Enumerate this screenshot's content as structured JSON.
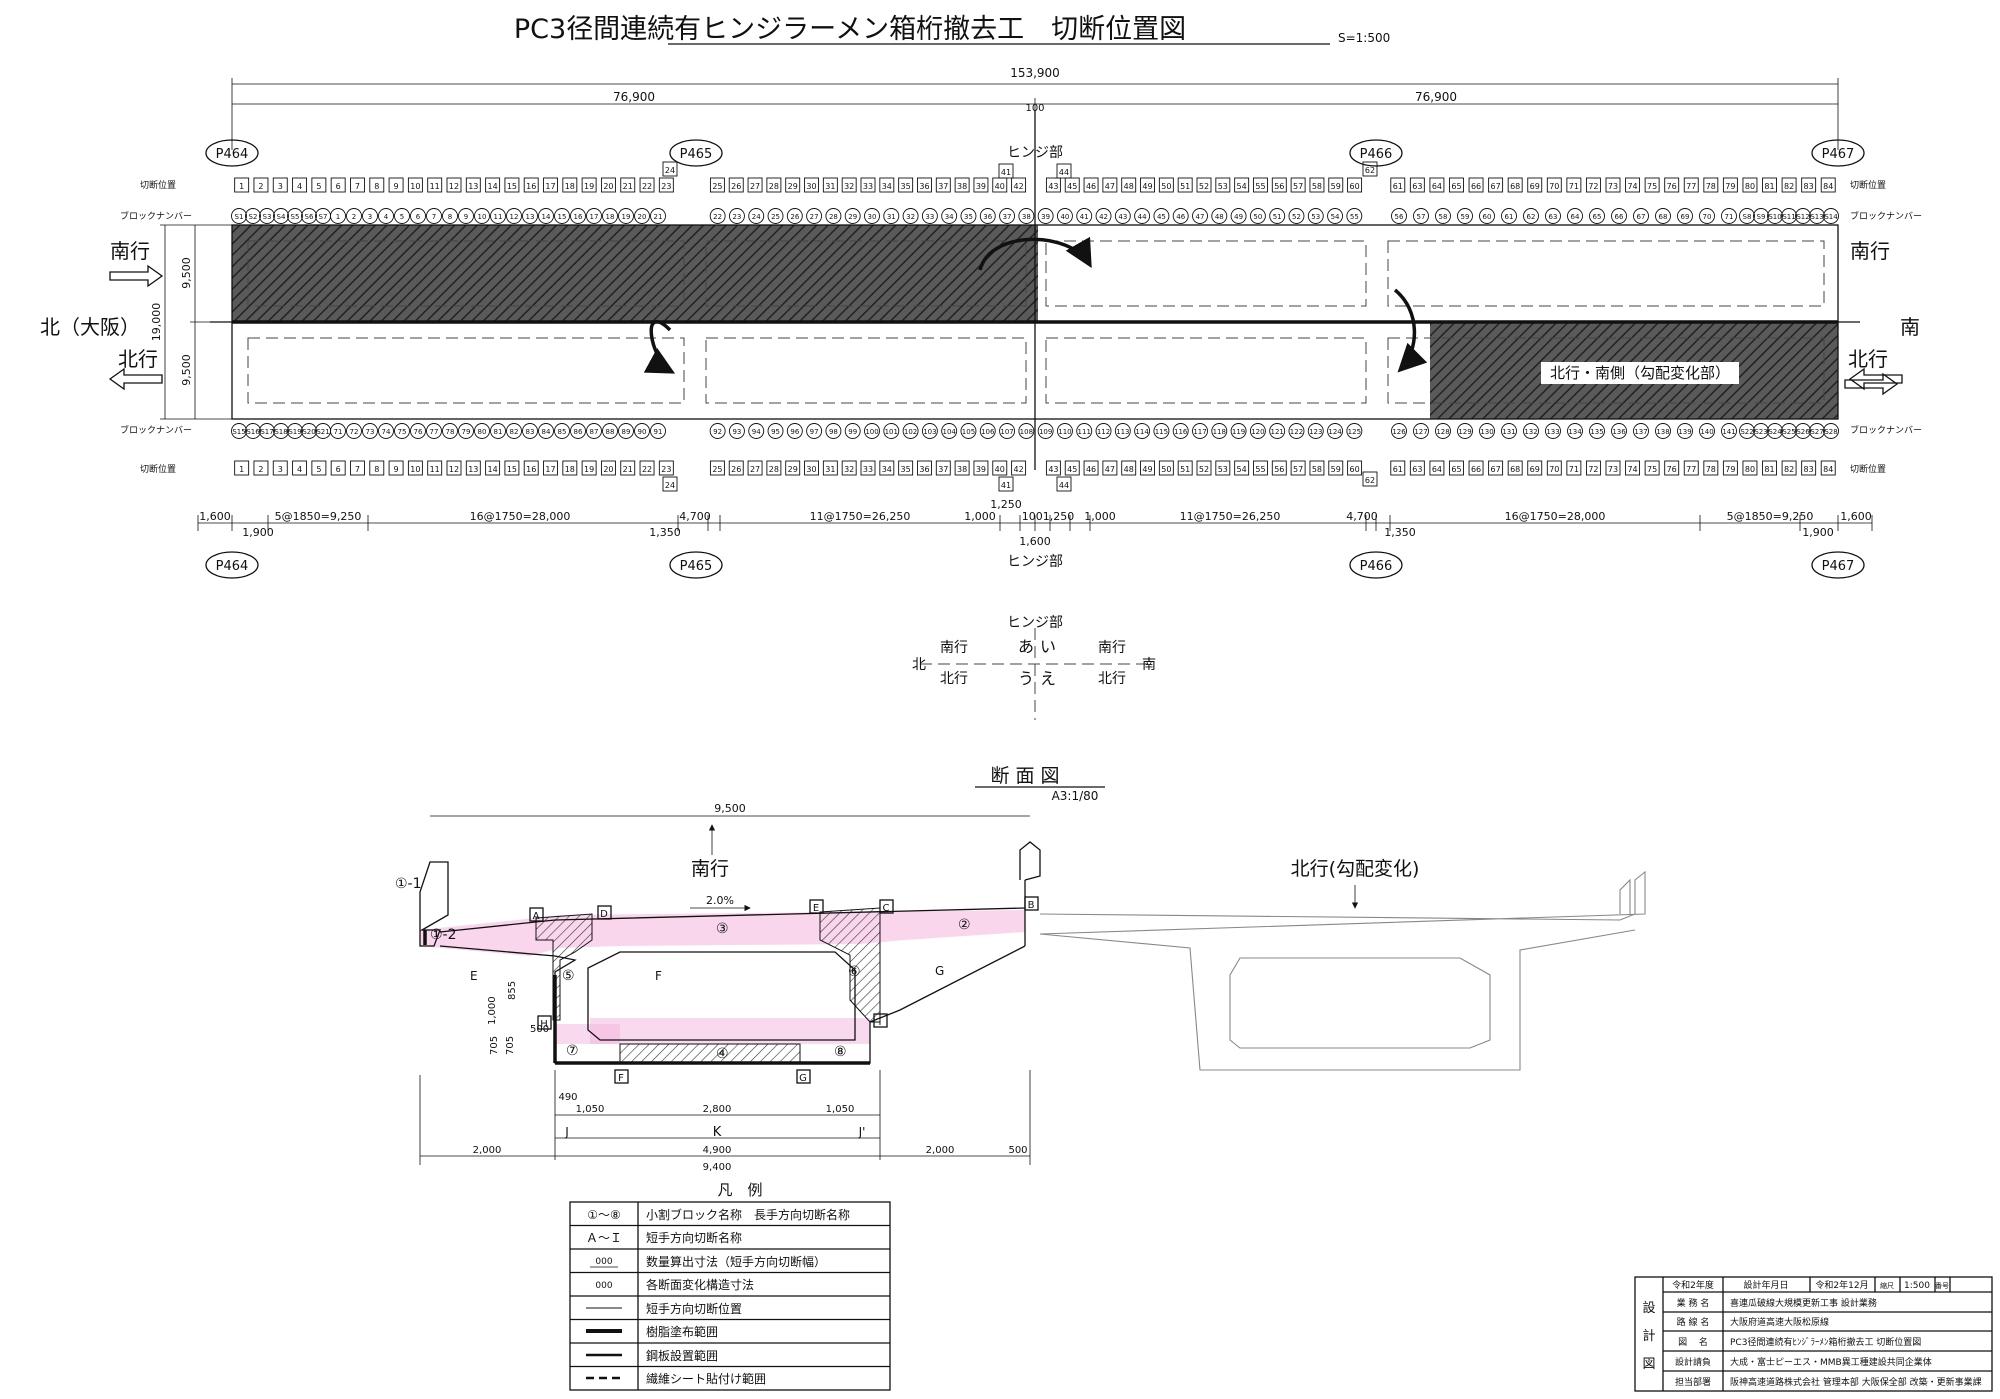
{
  "title": "PC3径間連続有ヒンジラーメン箱桁撤去工　切断位置図",
  "scale": "S=1:500",
  "plan": {
    "total_span": "153,900",
    "half_left": "76,900",
    "half_right": "76,900",
    "center_gap": "100",
    "piers": [
      "P464",
      "P465",
      "P466",
      "P467"
    ],
    "hinge": "ヒンジ部",
    "cut_label": "切断位置",
    "block_label": "ブロックナンバー",
    "south_bound": "南行",
    "north_bound": "北行",
    "north_dir": "北（大阪）",
    "south_dir": "南",
    "width_total": "19,000",
    "width_half_top": "9,500",
    "width_half_bot": "9,500",
    "gradient_zone": "北行・南側（勾配変化部）",
    "top_cut_numbers_left": [
      "1",
      "2",
      "3",
      "4",
      "5",
      "6",
      "7",
      "8",
      "9",
      "10",
      "11",
      "12",
      "13",
      "14",
      "15",
      "16",
      "17",
      "18",
      "19",
      "20",
      "21",
      "22",
      "23"
    ],
    "top_cut_numbers_mid": [
      "25",
      "26",
      "27",
      "28",
      "29",
      "30",
      "31",
      "32",
      "33",
      "34",
      "35",
      "36",
      "37",
      "38",
      "39",
      "40",
      "42"
    ],
    "top_cut_numbers_mid2": [
      "43",
      "45",
      "46",
      "47",
      "48",
      "49",
      "50",
      "51",
      "52",
      "53",
      "54",
      "55",
      "56",
      "57",
      "58",
      "59",
      "60"
    ],
    "top_cut_numbers_right": [
      "61",
      "63",
      "64",
      "65",
      "66",
      "67",
      "68",
      "69",
      "70",
      "71",
      "72",
      "73",
      "74",
      "75",
      "76",
      "77",
      "78",
      "79",
      "80",
      "81",
      "82",
      "83",
      "84"
    ],
    "extra_numbers": [
      "24",
      "41",
      "44",
      "62"
    ],
    "blocks_top_s": [
      "S1",
      "S2",
      "S3",
      "S4",
      "S5",
      "S6",
      "S7"
    ],
    "blocks_top_s_right": [
      "S8",
      "S9",
      "S10",
      "S11",
      "S12",
      "S13",
      "S14"
    ],
    "blocks_bot_s": [
      "S15",
      "S16",
      "S17",
      "S18",
      "S19",
      "S20",
      "S21"
    ],
    "blocks_bot_s_right": [
      "S22",
      "S23",
      "S24",
      "S25",
      "S26",
      "S27",
      "S28"
    ],
    "bottom_dims": [
      "1,600",
      "1,900",
      "5@1850=9,250",
      "16@1750=28,000",
      "1,350",
      "4,700",
      "11@1750=26,250",
      "1,000",
      "1,250",
      "1,600",
      "1001,250",
      "1,000",
      "11@1750=26,250",
      "4,700",
      "1,350",
      "16@1750=28,000",
      "5@1850=9,250",
      "1,900",
      "1,600"
    ]
  },
  "compass": {
    "title": "ヒンジ部",
    "sb_left": "南行",
    "sb_right": "南行",
    "nb_left": "北行",
    "nb_right": "北行",
    "north": "北",
    "south": "南",
    "q1": "あ",
    "q2": "い",
    "q3": "う",
    "q4": "え"
  },
  "section": {
    "title": "断 面 図",
    "scale": "A3:1/80",
    "sb": "南行",
    "nb": "北行(勾配変化)",
    "grade": "2.0%",
    "top_width": "9,500",
    "bottom_total": "9,400",
    "dims": [
      "2,000",
      "4,900",
      "2,000",
      "500",
      "1,050",
      "2,800",
      "1,050",
      "490",
      "500",
      "1,000",
      "855",
      "705",
      "705"
    ],
    "block_ids": [
      "①-1",
      "①-2",
      "②",
      "③",
      "④",
      "⑤",
      "⑥",
      "⑦",
      "⑧"
    ],
    "cut_ids": [
      "A",
      "B",
      "C",
      "D",
      "E",
      "F",
      "G",
      "H",
      "I"
    ],
    "letter_dims": [
      "E",
      "F",
      "G",
      "J",
      "K",
      "J'"
    ]
  },
  "legend": {
    "title": "凡　例",
    "rows": [
      {
        "sym": "①～⑧",
        "text": "小割ブロック名称　長手方向切断名称"
      },
      {
        "sym": "Ａ～Ｉ",
        "text": "短手方向切断名称"
      },
      {
        "sym": "000",
        "text": "数量算出寸法（短手方向切断幅）"
      },
      {
        "sym": "000",
        "text": "各断面変化構造寸法"
      },
      {
        "sym": "",
        "text": "短手方向切断位置"
      },
      {
        "sym": "",
        "text": "樹脂塗布範囲"
      },
      {
        "sym": "",
        "text": "鋼板設置範囲"
      },
      {
        "sym": "",
        "text": "繊維シート貼付け範囲"
      }
    ]
  },
  "titleblock": {
    "side": [
      "設",
      "計",
      "図"
    ],
    "year": "令和2年度",
    "date_label": "設計年月日",
    "date": "令和2年12月",
    "scale_label": "縮尺",
    "scale": "1:500",
    "no_label": "番号",
    "rows": [
      {
        "k": "業 務 名",
        "v": "喜連瓜破線大規模更新工事 設計業務"
      },
      {
        "k": "路 線 名",
        "v": "大阪府道高速大阪松原線"
      },
      {
        "k": "図　 名",
        "v": "PC3径間連続有ﾋﾝｼﾞﾗｰﾒﾝ箱桁撤去工 切断位置図"
      },
      {
        "k": "設計請負",
        "v": "大成・富士ピーエス・MMB異工種建設共同企業体"
      },
      {
        "k": "担当部署",
        "v": "阪神高速道路株式会社 管理本部 大阪保全部 改築・更新事業課"
      }
    ]
  }
}
